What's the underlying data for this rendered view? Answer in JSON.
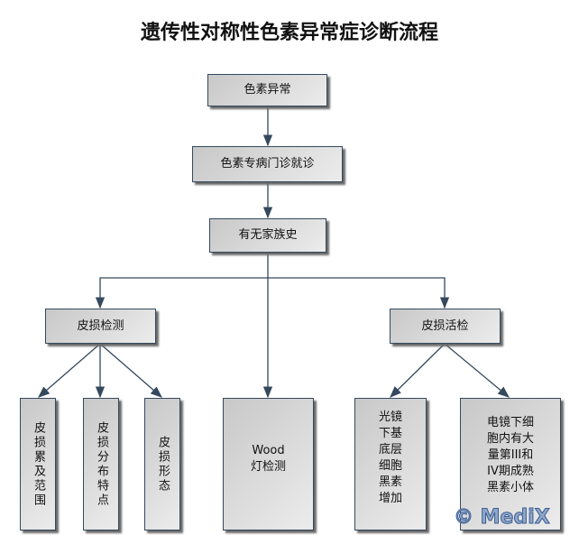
{
  "title": "遗传性对称性色素异常症诊断流程",
  "nodes": {
    "n1": "色素异常",
    "n2": "色素专病门诊就诊",
    "n3": "有无家族史",
    "n4": "皮损检测",
    "n5": "皮损活检",
    "l1": "皮损累及范围",
    "l2": "皮损分布特点",
    "l3": "皮损形态",
    "l4": "Wood\n灯检测",
    "l5": "光镜\n下基\n底层\n细胞\n黑素\n增加",
    "l6": "电镜下细\n胞内有大\n量第III和\nIV期成熟\n黑素小体"
  },
  "watermark": "© MediX",
  "colors": {
    "line": "#34495e",
    "box_border": "#34495e"
  }
}
